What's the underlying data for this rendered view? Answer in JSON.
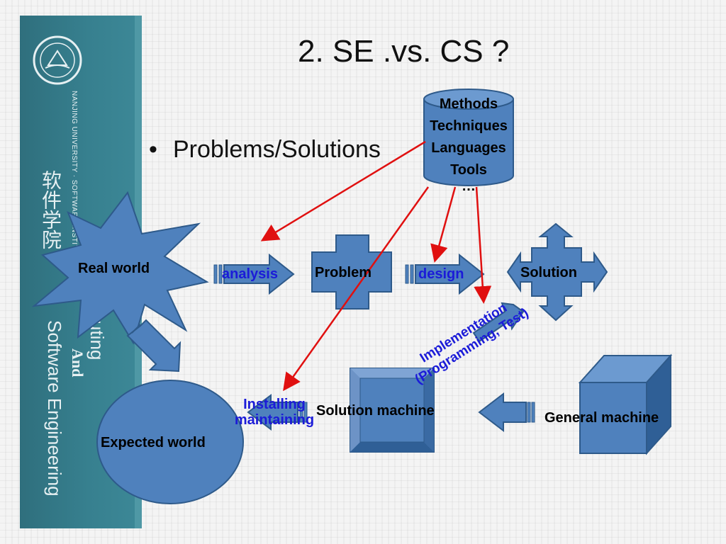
{
  "slide": {
    "title": "2. SE .vs. CS ?",
    "bullet": "Problems/Solutions"
  },
  "sidebar": {
    "university_small": "NANJING UNIVERSITY · SOFTWARE INSTITUTE",
    "school_cn": "软件学院",
    "subject_line1": "uting",
    "subject_line2": "And",
    "subject_line3": "Software Engineering"
  },
  "diagram": {
    "database_lines": [
      "Methods",
      "Techniques",
      "Languages",
      "Tools",
      "…"
    ],
    "real_world": "Real world",
    "analysis": "analysis",
    "problem": "Problem",
    "design": "design",
    "solution": "Solution",
    "implementation_line1": "Implementation",
    "implementation_line2": "(Programming, Test)",
    "installing_line1": "Installing",
    "installing_line2": "maintaining",
    "solution_machine": "Solution machine",
    "general_machine": "General machine",
    "expected_world": "Expected world"
  },
  "colors": {
    "shape_fill": "#4f81bd",
    "shape_stroke": "#2e5a8a",
    "arrow_red": "#e01010",
    "label_blue": "#1b1bd8"
  }
}
